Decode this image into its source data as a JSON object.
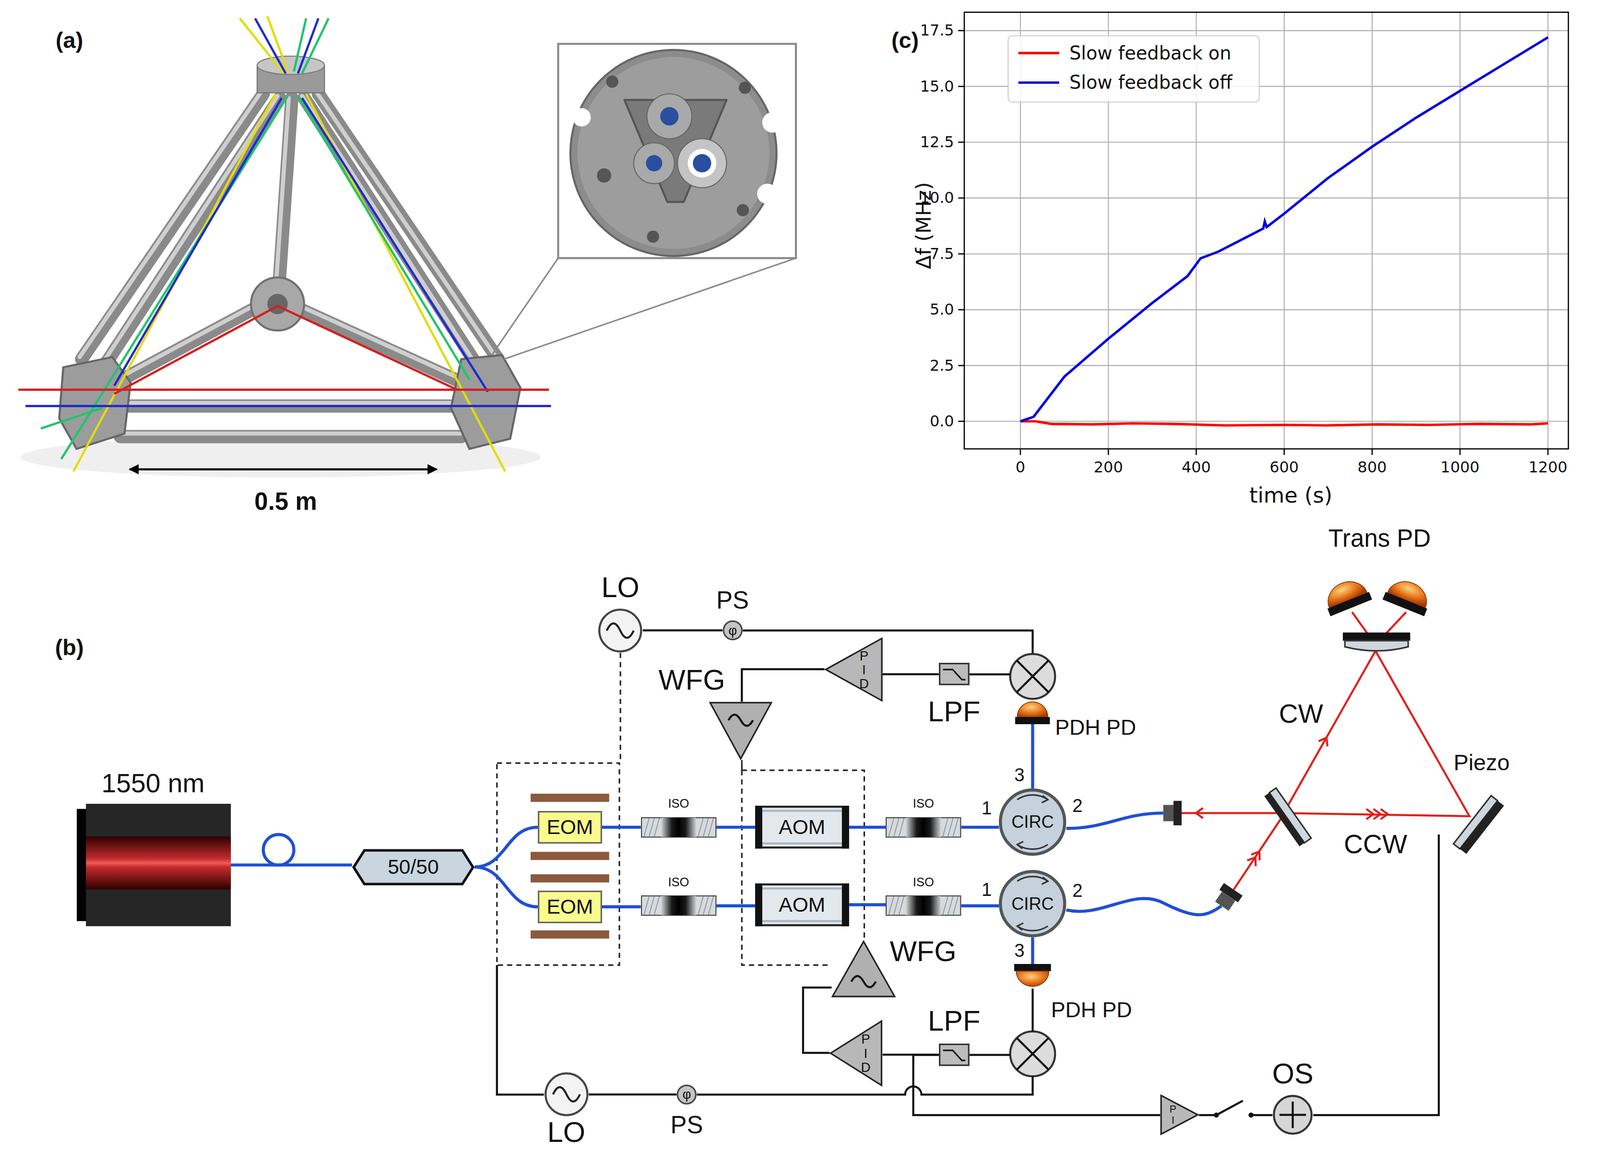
{
  "diagram": {
    "nodes": [
      {
        "text": [
          "1550 nm"
        ]
      },
      {
        "text": [
          "50/50"
        ]
      },
      {
        "text": [
          "EOM"
        ]
      },
      {
        "text": [
          "EOM"
        ]
      },
      {
        "text": [
          "ISO"
        ]
      },
      {
        "text": [
          "ISO"
        ]
      },
      {
        "text": [
          "AOM"
        ]
      },
      {
        "text": [
          "AOM"
        ]
      },
      {
        "text": [
          "ISO"
        ]
      },
      {
        "text": [
          "ISO"
        ]
      },
      {
        "text": [
          "CIRC"
        ]
      },
      {
        "text": [
          "CIRC"
        ]
      },
      {
        "text": [
          "LO"
        ]
      },
      {
        "text": [
          "PS",
          "φ"
        ]
      },
      {
        "text": [
          "P I D"
        ]
      },
      {
        "text": [
          "LPF"
        ]
      },
      {
        "text": [
          "WFG"
        ]
      },
      {
        "text": [
          "PDH PD"
        ]
      },
      {
        "text": [
          "WFG"
        ]
      },
      {
        "text": [
          "P I D"
        ]
      },
      {
        "text": [
          "LPF"
        ]
      },
      {
        "text": [
          "PDH PD"
        ]
      },
      {
        "text": [
          "LO"
        ]
      },
      {
        "text": [
          "PS",
          "φ"
        ]
      },
      {
        "text": [
          "P I"
        ]
      },
      {
        "text": [
          "OS"
        ]
      },
      {
        "text": [
          "Trans PD"
        ]
      }
    ],
    "edges": [
      {
        "from": 0,
        "to": 1,
        "arrow": "none"
      },
      {
        "from": 1,
        "to": 2,
        "arrow": "none"
      },
      {
        "from": 1,
        "to": 3,
        "arrow": "none"
      },
      {
        "from": 2,
        "to": 4,
        "arrow": "none"
      },
      {
        "from": 3,
        "to": 5,
        "arrow": "none"
      },
      {
        "from": 4,
        "to": 6,
        "arrow": "none"
      },
      {
        "from": 5,
        "to": 7,
        "arrow": "none"
      },
      {
        "from": 6,
        "to": 8,
        "arrow": "none"
      },
      {
        "from": 7,
        "to": 9,
        "arrow": "none"
      },
      {
        "from": 8,
        "to": 10,
        "arrow": "none"
      },
      {
        "from": 9,
        "to": 11,
        "arrow": "none"
      },
      {
        "from": 10,
        "to": 17,
        "arrow": "none"
      },
      {
        "from": 11,
        "to": 21,
        "arrow": "none"
      },
      {
        "from": 12,
        "to": 13,
        "arrow": "none"
      },
      {
        "from": 15,
        "to": 14,
        "arrow": "none"
      },
      {
        "from": 14,
        "to": 16,
        "arrow": "none"
      },
      {
        "from": 22,
        "to": 23,
        "arrow": "none"
      },
      {
        "from": 20,
        "to": 19,
        "arrow": "none"
      },
      {
        "from": 19,
        "to": 18,
        "arrow": "none"
      },
      {
        "from": 20,
        "to": 24,
        "arrow": "none"
      },
      {
        "from": 24,
        "to": 25,
        "arrow": "none"
      }
    ],
    "labels": [
      "(a)",
      "0.5 m",
      "(c)",
      "17.5",
      "15.0",
      "12.5",
      "10.0",
      "7.5",
      "5.0",
      "2.5",
      "0.0",
      "0",
      "200",
      "400",
      "600",
      "800",
      "1000",
      "1200",
      "Δf (MHz)",
      "time (s)",
      "(b)",
      "1",
      "2",
      "3",
      "1",
      "2",
      "3",
      "CW",
      "CCW",
      "Piezo"
    ],
    "legend": [
      {
        "text": "Slow feedback on"
      },
      {
        "text": "Slow feedback off"
      }
    ]
  }
}
